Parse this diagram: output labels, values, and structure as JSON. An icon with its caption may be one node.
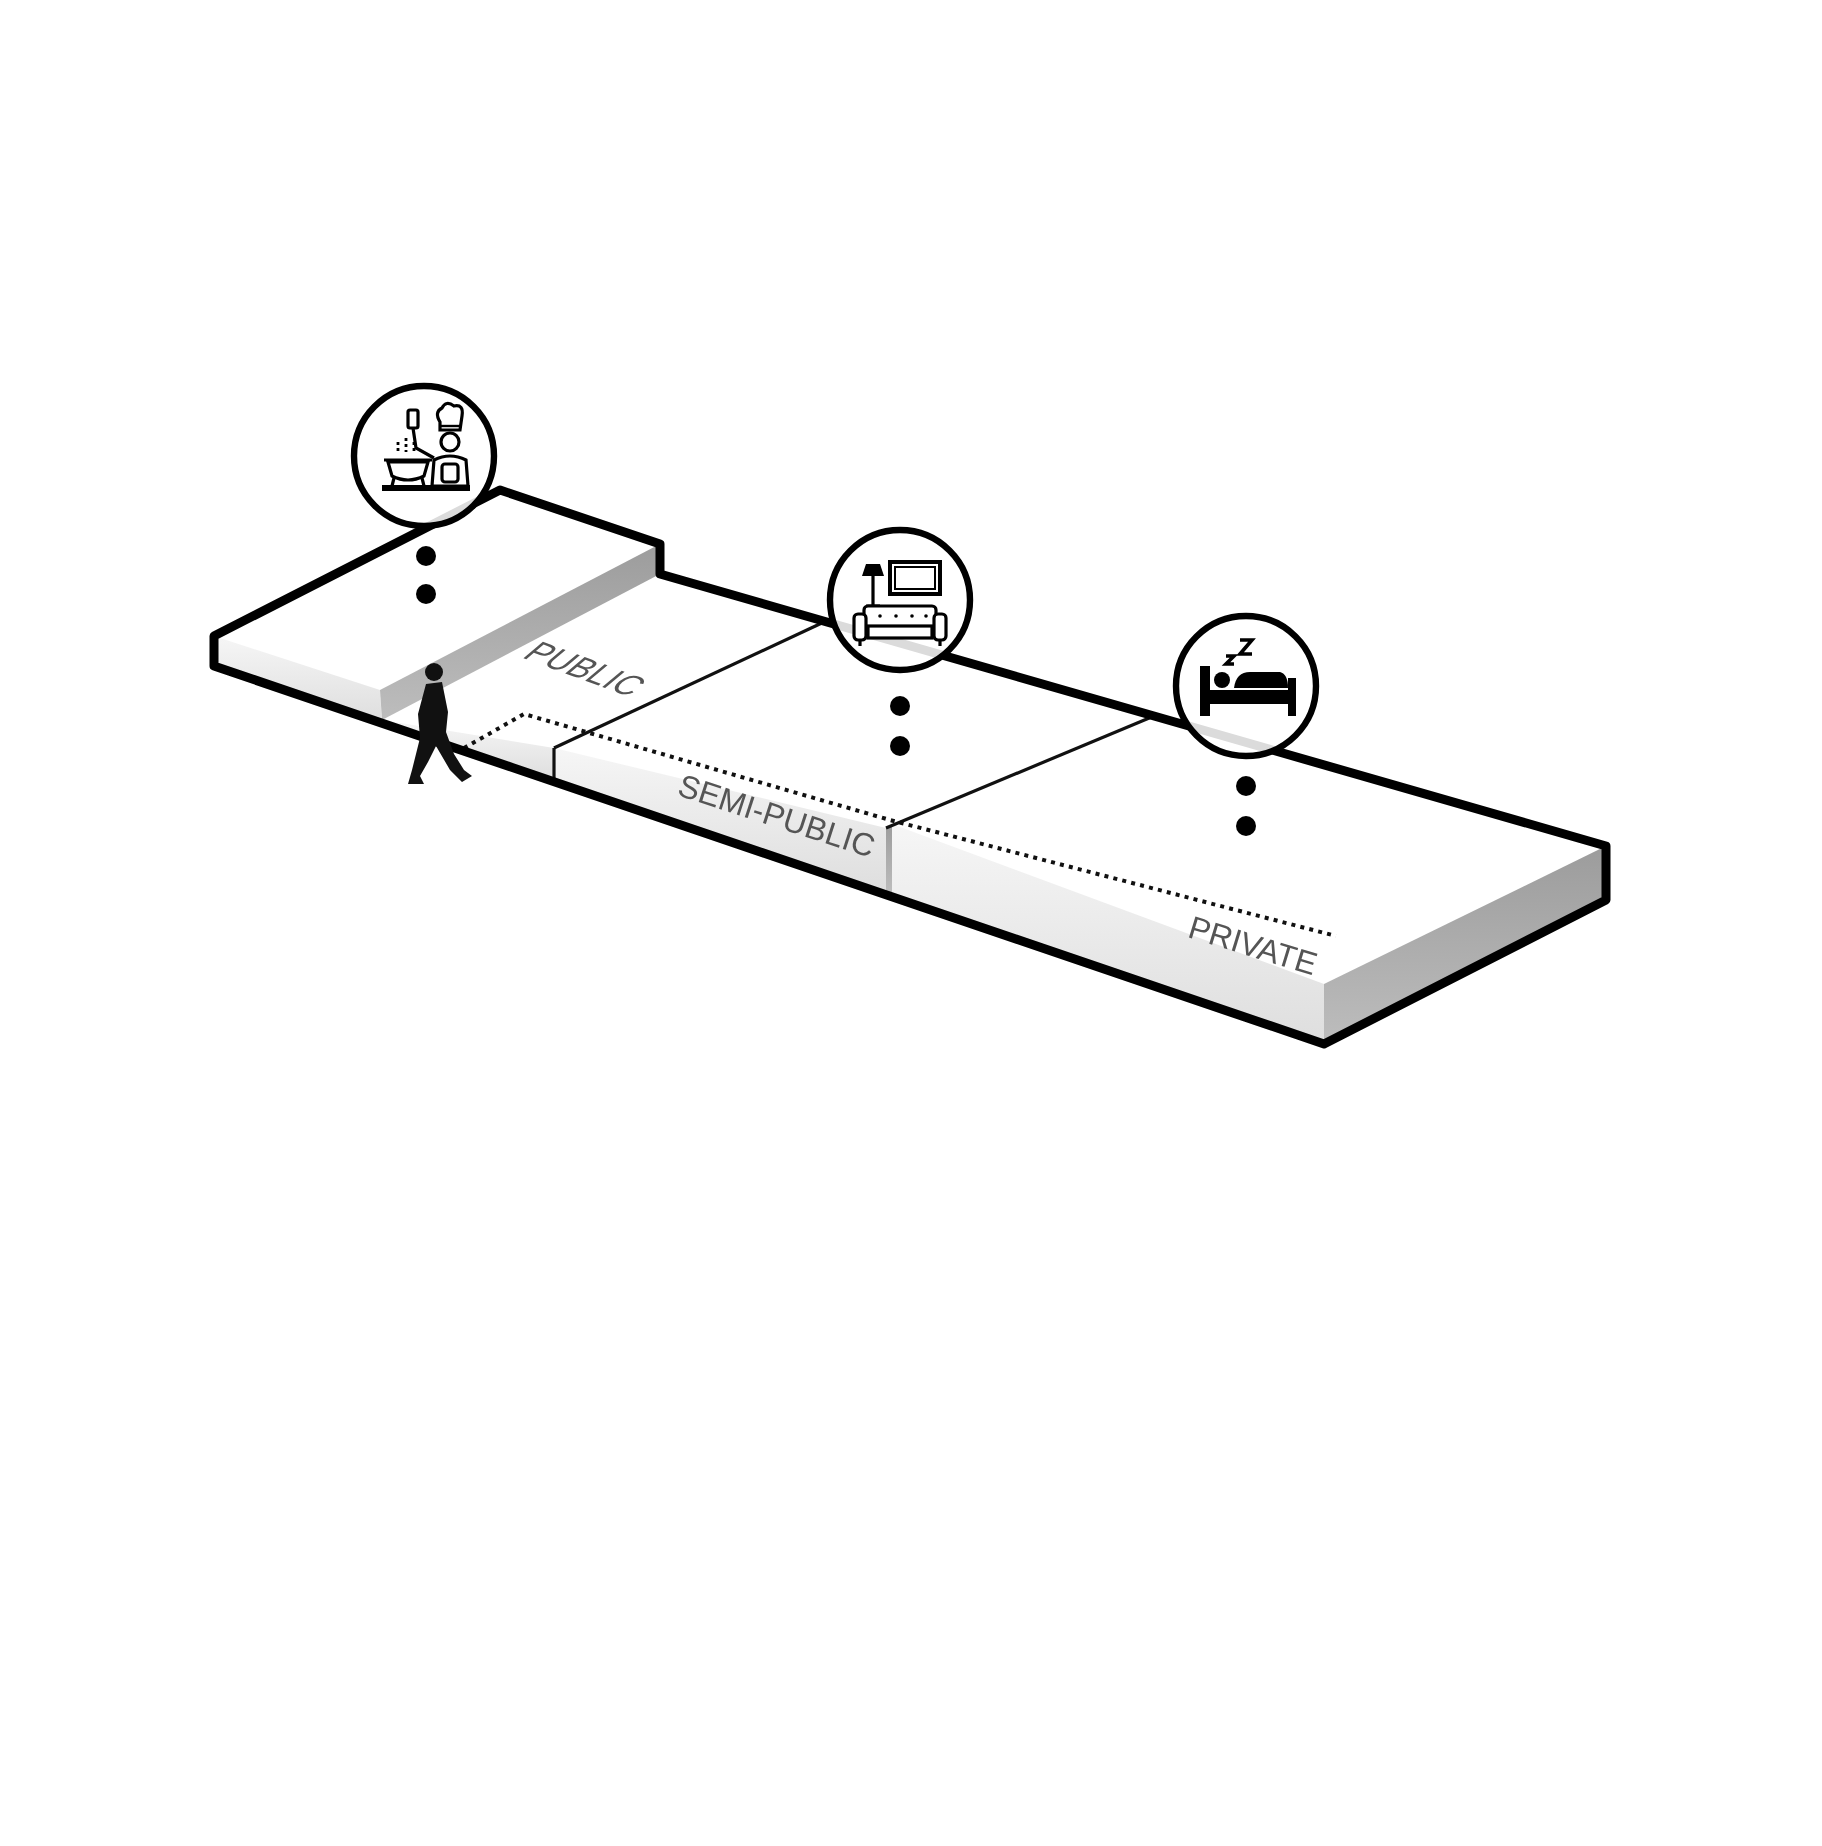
{
  "diagram": {
    "labels": [
      "PUBLIC",
      "SEMI-PUBLIC",
      "PRIVATE"
    ]
  }
}
